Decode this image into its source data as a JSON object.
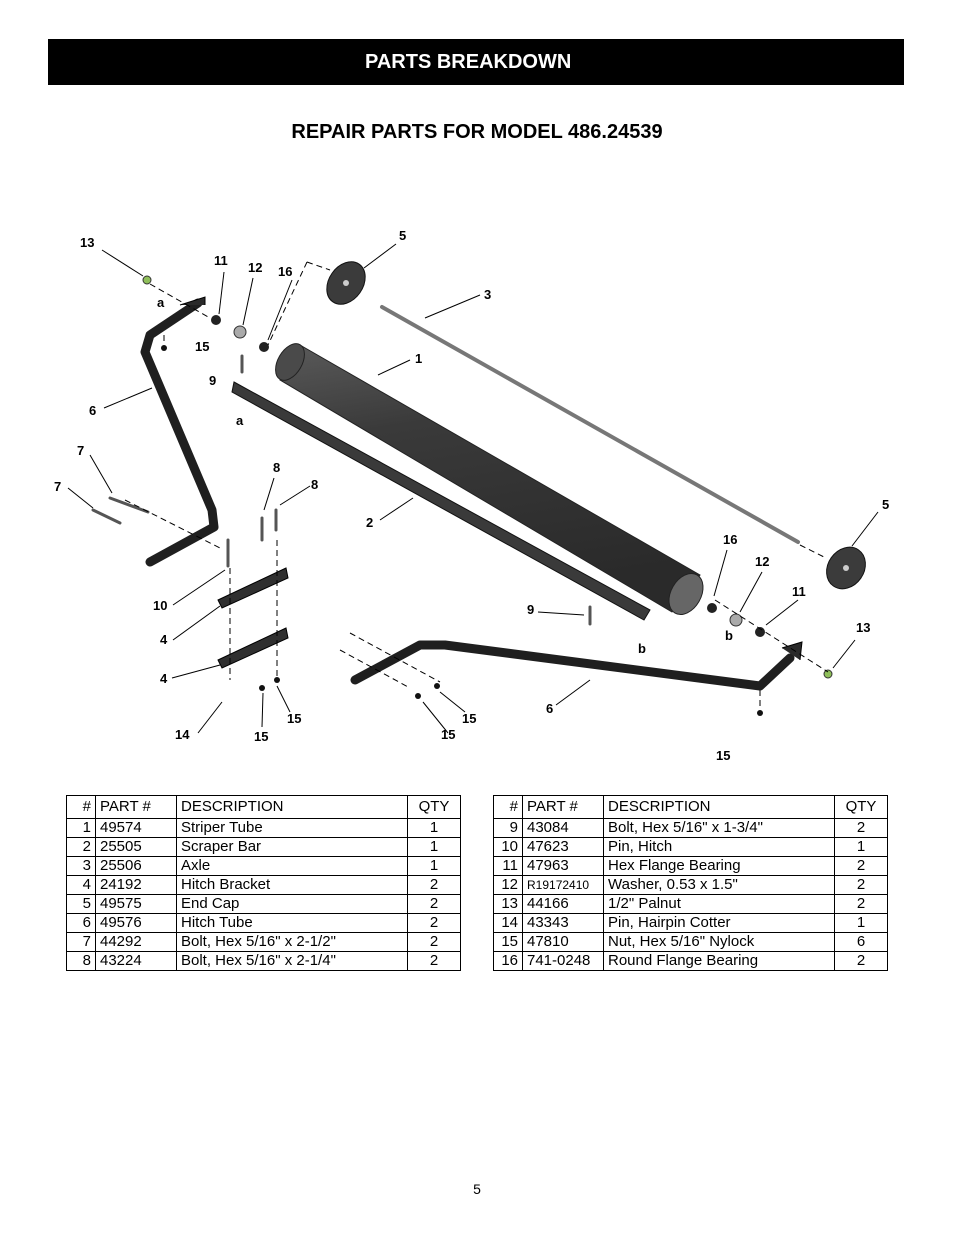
{
  "header": {
    "title": "PARTS BREAKDOWN"
  },
  "subtitle": "REPAIR PARTS FOR MODEL 486.24539",
  "diagram": {
    "callouts": [
      "13",
      "11",
      "12",
      "16",
      "5",
      "3",
      "a",
      "15",
      "9",
      "1",
      "6",
      "a",
      "7",
      "7",
      "8",
      "8",
      "2",
      "5",
      "16",
      "12",
      "11",
      "13",
      "b",
      "9",
      "b",
      "10",
      "4",
      "4",
      "14",
      "15",
      "15",
      "15",
      "15",
      "6",
      "15"
    ]
  },
  "table_left": {
    "headers": [
      "#",
      "PART #",
      "DESCRIPTION",
      "QTY"
    ],
    "rows": [
      [
        "1",
        "49574",
        "Striper Tube",
        "1"
      ],
      [
        "2",
        "25505",
        "Scraper Bar",
        "1"
      ],
      [
        "3",
        "25506",
        "Axle",
        "1"
      ],
      [
        "4",
        "24192",
        "Hitch Bracket",
        "2"
      ],
      [
        "5",
        "49575",
        "End Cap",
        "2"
      ],
      [
        "6",
        "49576",
        "Hitch Tube",
        "2"
      ],
      [
        "7",
        "44292",
        "Bolt, Hex 5/16\" x 2-1/2\"",
        "2"
      ],
      [
        "8",
        "43224",
        "Bolt, Hex 5/16\" x 2-1/4\"",
        "2"
      ]
    ]
  },
  "table_right": {
    "headers": [
      "#",
      "PART #",
      "DESCRIPTION",
      "QTY"
    ],
    "rows": [
      [
        "9",
        "43084",
        "Bolt, Hex 5/16\" x 1-3/4\"",
        "2"
      ],
      [
        "10",
        "47623",
        "Pin, Hitch",
        "1"
      ],
      [
        "11",
        "47963",
        "Hex Flange Bearing",
        "2"
      ],
      [
        "12",
        "R19172410",
        "Washer, 0.53 x 1.5\"",
        "2"
      ],
      [
        "13",
        "44166",
        "1/2\" Palnut",
        "2"
      ],
      [
        "14",
        "43343",
        "Pin, Hairpin Cotter",
        "1"
      ],
      [
        "15",
        "47810",
        "Nut, Hex 5/16\" Nylock",
        "6"
      ],
      [
        "16",
        "741-0248",
        "Round Flange Bearing",
        "2"
      ]
    ]
  },
  "page_number": "5"
}
